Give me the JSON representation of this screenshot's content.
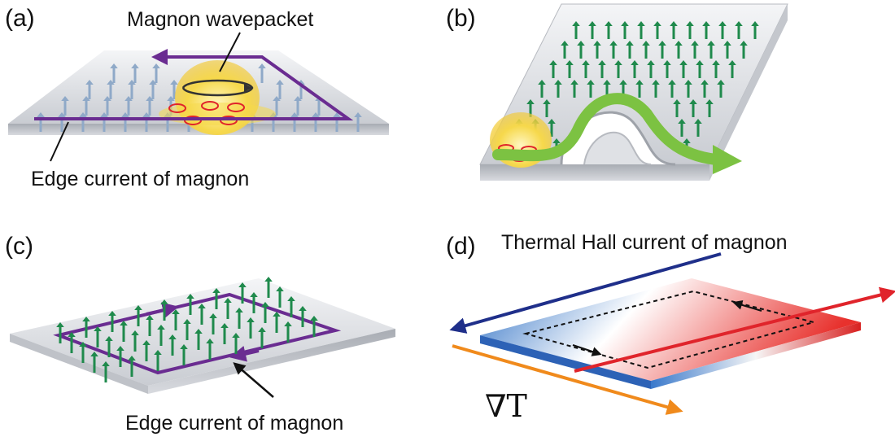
{
  "panels": {
    "a": {
      "label": "(a)",
      "wavepacket_label": "Magnon wavepacket",
      "edge_label": "Edge current of magnon"
    },
    "b": {
      "label": "(b)"
    },
    "c": {
      "label": "(c)",
      "edge_label": "Edge current of magnon"
    },
    "d": {
      "label": "(d)",
      "thermal_label": "Thermal Hall current of magnon",
      "gradient_label": "∇T"
    }
  },
  "colors": {
    "edge_current": "#6a2c91",
    "spin_blue": "#8fa9c8",
    "spin_green": "#1f8a4c",
    "wavepacket": "#f4d34a",
    "flow_arrow": "#7cc242",
    "thermal_arrow": "#1f2f8a",
    "red_arrow": "#e0242b",
    "gradient_arrow": "#f08a1c",
    "hot": "#e8312d",
    "cold": "#2d6fc4"
  },
  "icons": [
    "spin-arrow-icon",
    "rotation-arrow-icon",
    "edge-current-arrow-icon"
  ]
}
